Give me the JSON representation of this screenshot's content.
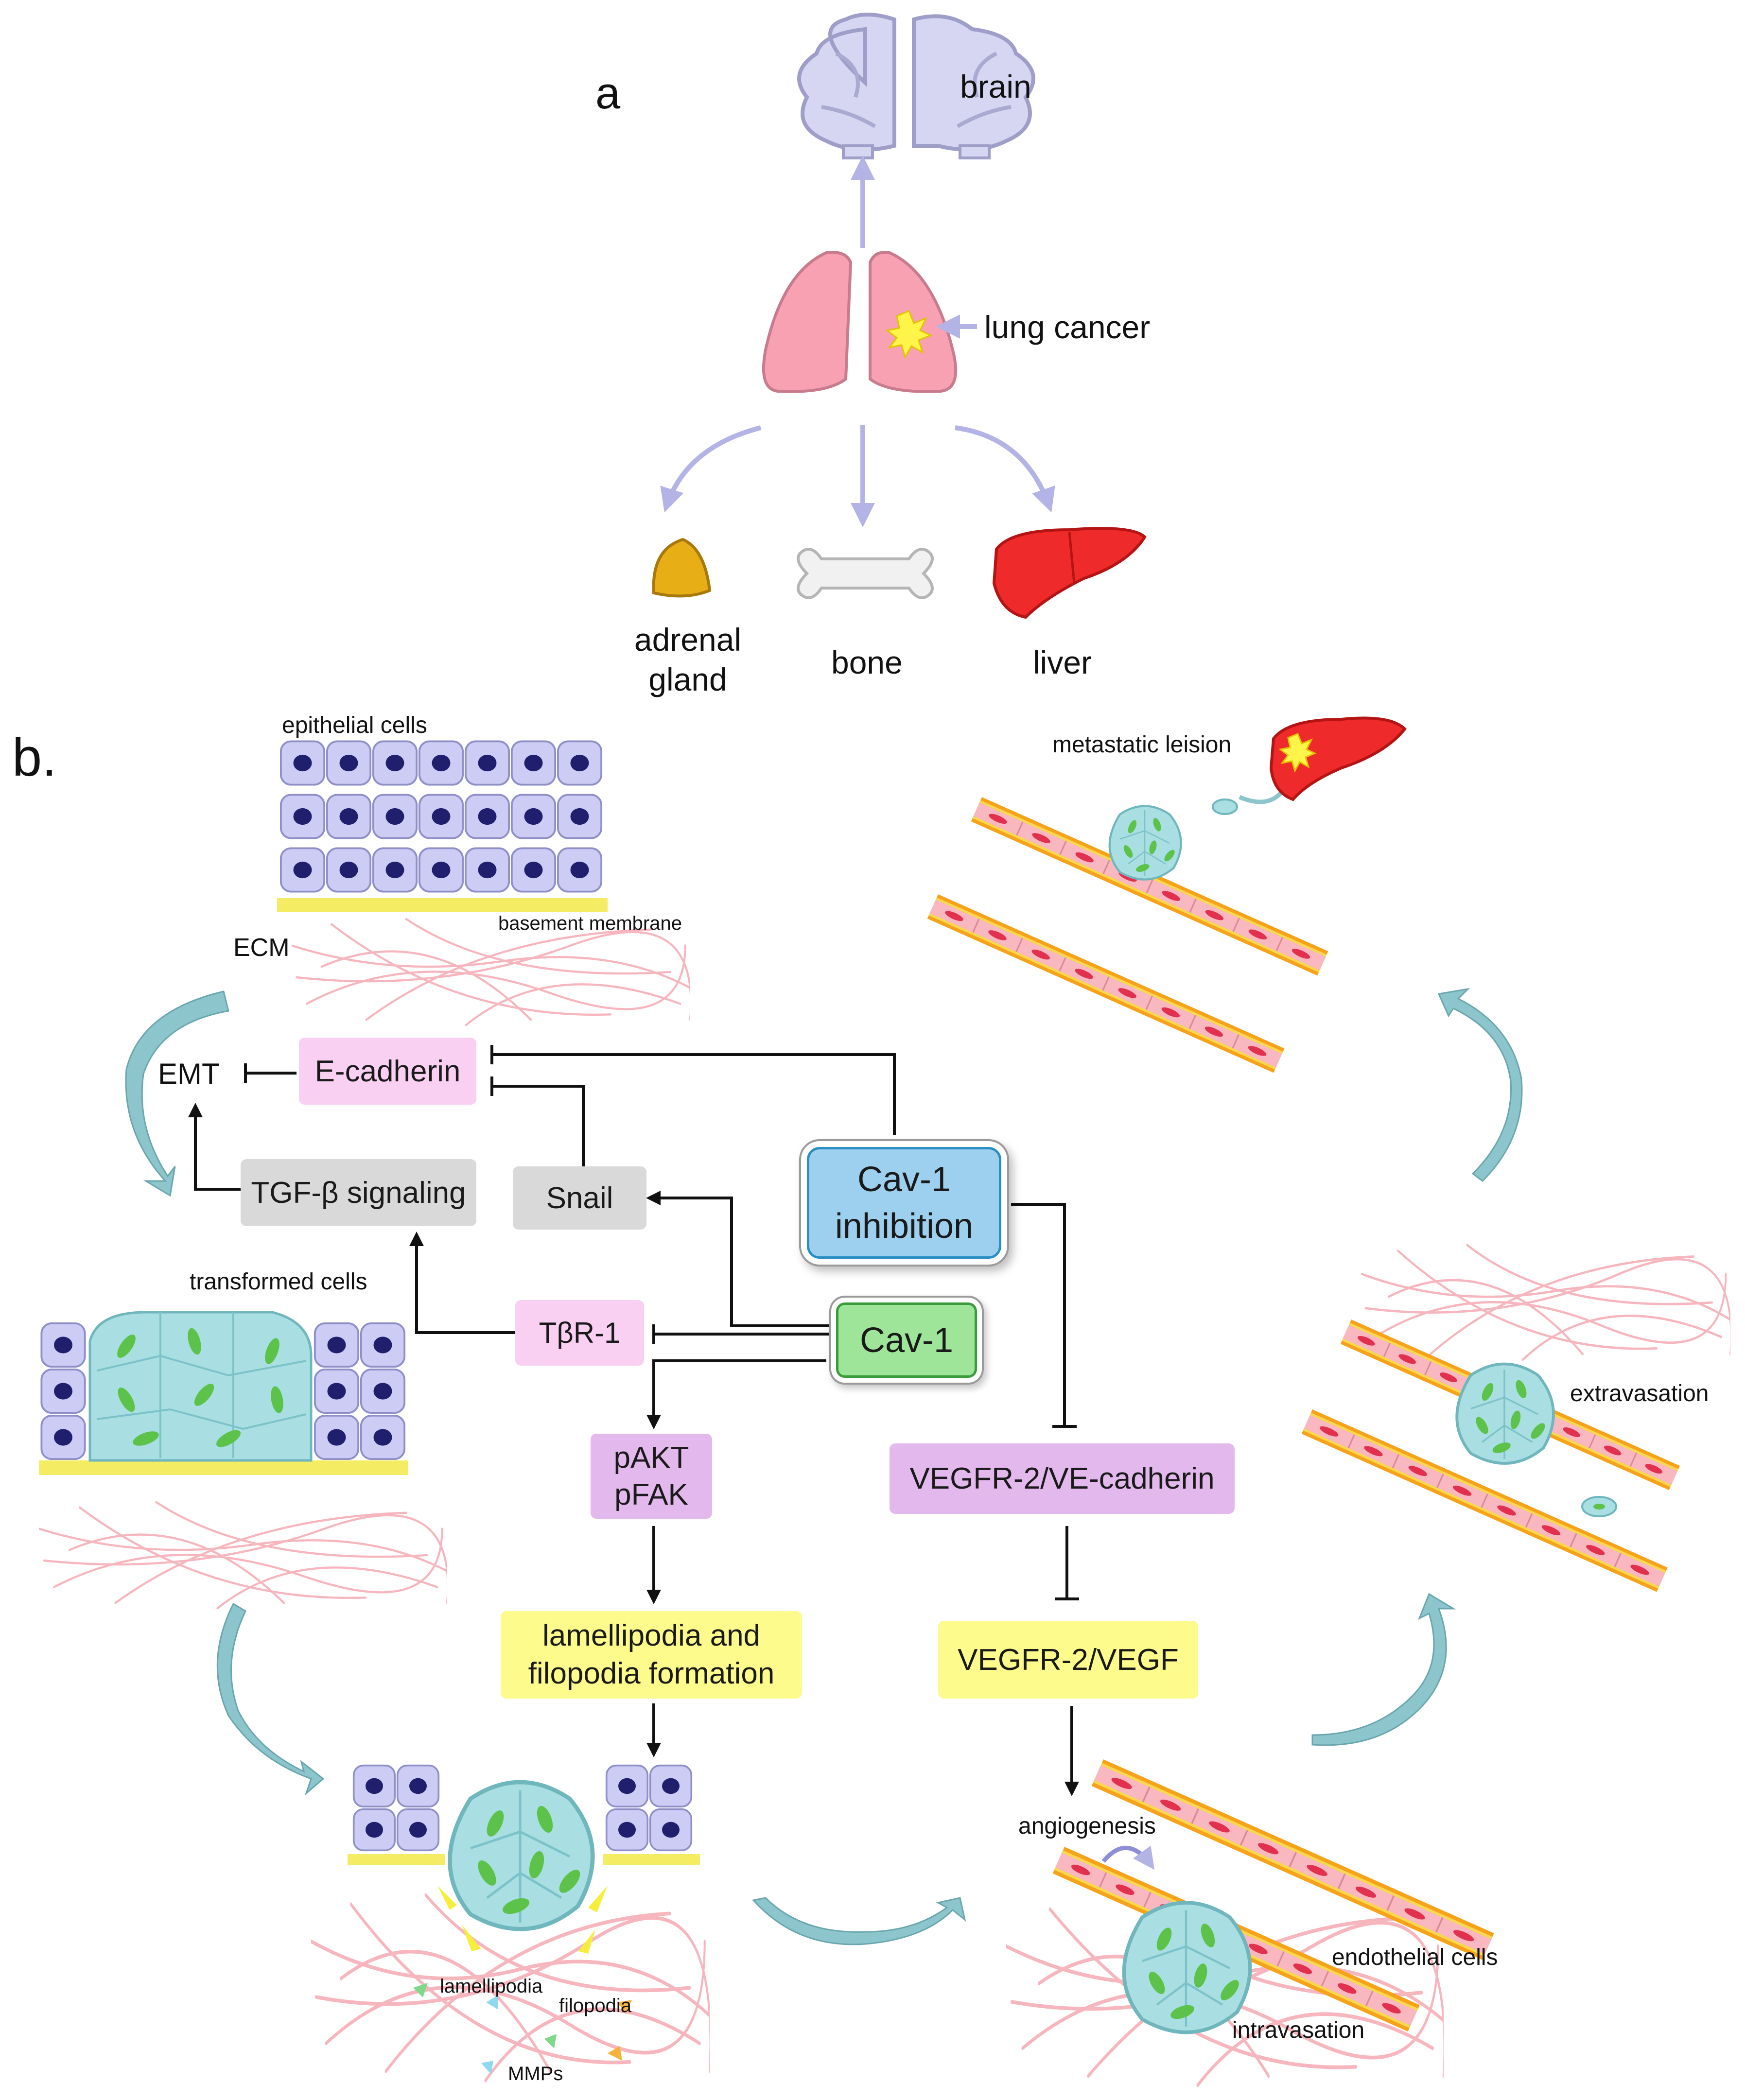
{
  "panel_a": {
    "panel_label": "a",
    "brain": "brain",
    "lung_cancer": "lung cancer",
    "adrenal_gland": "adrenal gland",
    "bone": "bone",
    "liver": "liver"
  },
  "panel_b": {
    "panel_label": "b.",
    "epithelial_cells": "epithelial cells",
    "ecm": "ECM",
    "basement_membrane": "basement membrane",
    "emt": "EMT",
    "e_cadherin": "E-cadherin",
    "tgf_beta_signaling": "TGF-β signaling",
    "snail": "Snail",
    "cav1_inhibition": "Cav-1 inhibition",
    "cav1": "Cav-1",
    "tbr1": "TβR-1",
    "transformed_cells": "transformed cells",
    "pakt_pfak": "pAKT pFAK",
    "vegfr2_ve_cadherin": "VEGFR-2/VE-cadherin",
    "vegfr2_vegf": "VEGFR-2/VEGF",
    "lamellipodia_filopodia_formation": "lamellipodia and filopodia formation",
    "metastatic_lesion": "metastatic leision",
    "extravasation": "extravasation",
    "angiogenesis": "angiogenesis",
    "endothelial_cells": "endothelial cells",
    "intravasation": "intravasation",
    "lamellipodia": "lamellipodia",
    "filopodia": "filopodia",
    "mmps": "MMPs"
  },
  "colors": {
    "arrow_lavender": "#b3b3e6",
    "teal_arrow": "#8cc6cc",
    "tumor_cyan": "#a9dfe2",
    "epithelial_lavender": "#ccccf5",
    "nucleus": "#1f1f6e",
    "vessel_pink": "#f49bab",
    "vessel_orange": "#f7a21b",
    "ecm_fiber": "#f7b5bd"
  }
}
